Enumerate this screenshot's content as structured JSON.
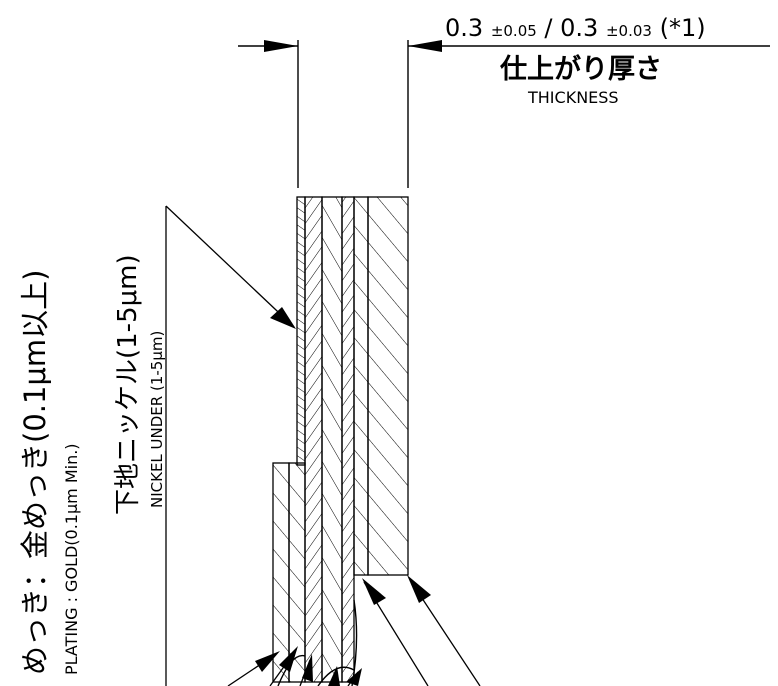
{
  "thickness": {
    "value_1": "0.3",
    "tol_1": "±0.05",
    "separator": "/",
    "value_2": "0.3",
    "tol_2": "±0.03",
    "note": "(*1)",
    "label_jp": "仕上がり厚さ",
    "label_en": "THICKNESS"
  },
  "plating": {
    "label_jp": "めっき：金めっき(0.1μm以上)",
    "label_en": "PLATING : GOLD(0.1μm Min.)"
  },
  "nickel": {
    "label_jp": "下地ニッケル(1-5μm)",
    "label_en": "NICKEL UNDER (1-5μm)"
  },
  "colors": {
    "line": "#000000",
    "background": "#ffffff"
  }
}
